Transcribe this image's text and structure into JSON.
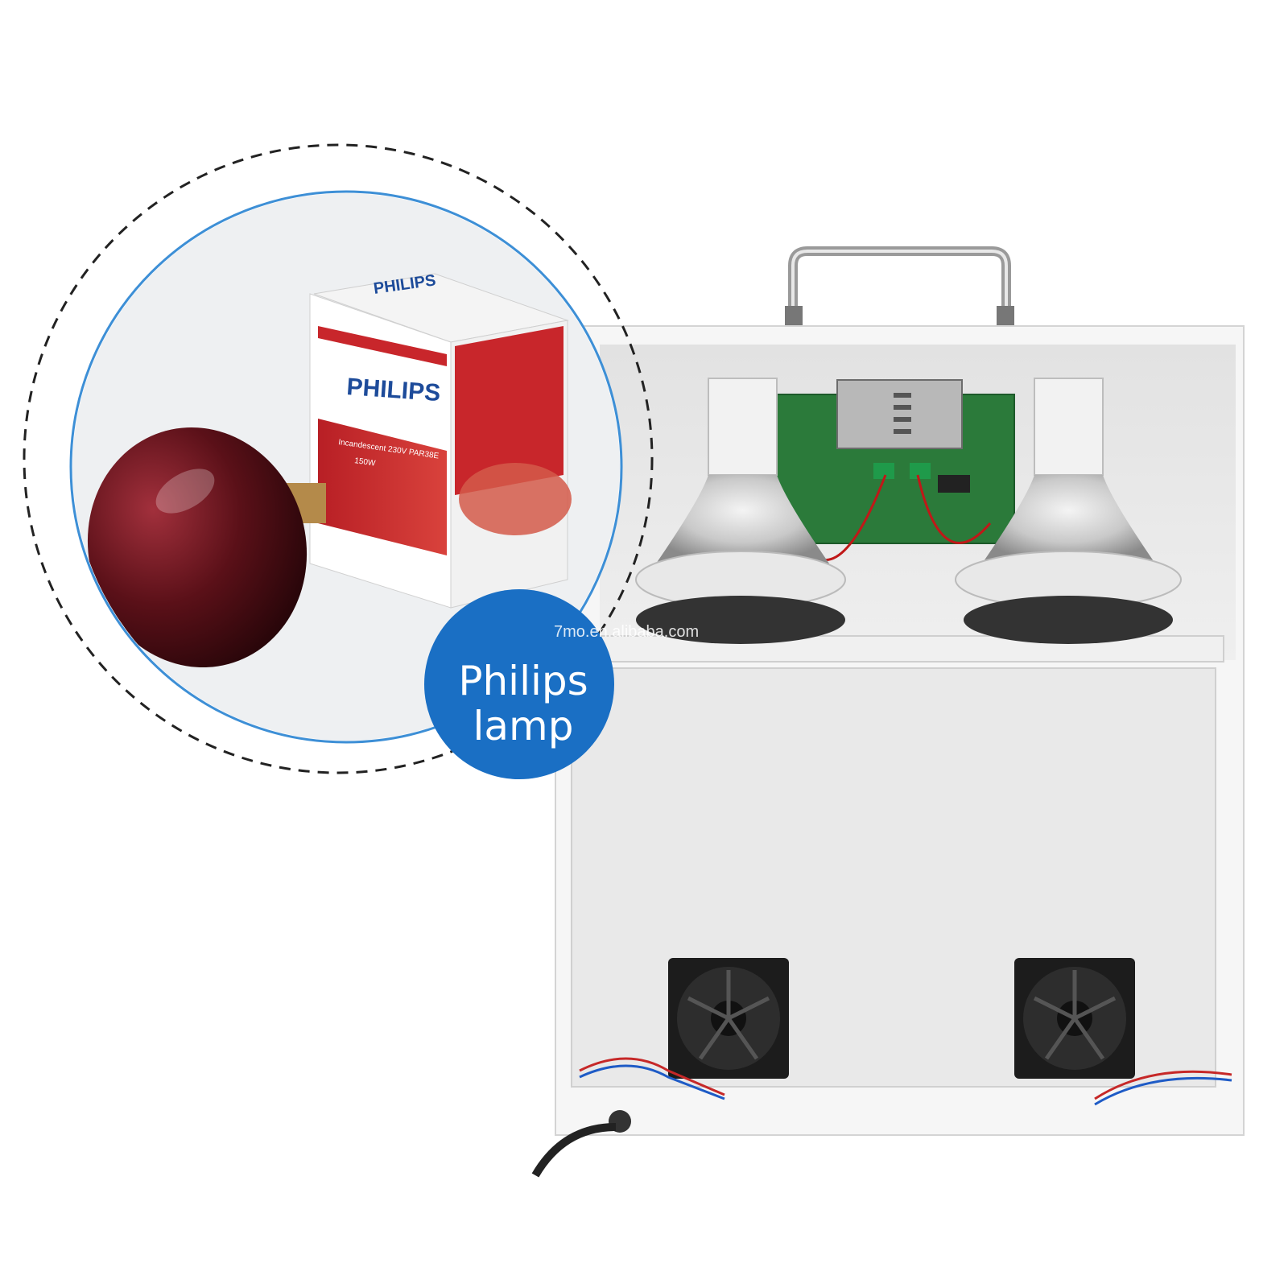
{
  "badge": {
    "line1": "Philips",
    "line2": "lamp",
    "color": "#1a6fc4"
  },
  "watermark": "7mo.en.alibaba.com",
  "box": {
    "brand_top": "PHILIPS",
    "brand_front": "PHILIPS",
    "spec_line": "Incandescent 230V PAR38E",
    "wattage": "150W"
  },
  "colors": {
    "dashed_circle": "#222222",
    "inner_circle_stroke": "#3d8fd6",
    "box_red": "#c8262b",
    "bulb_red": "#5a1018",
    "cabinet": "#ececec",
    "pcb": "#2b7a3a"
  },
  "icons": [
    "handle-icon",
    "fan-icon",
    "fan-icon",
    "infrared-bulb-icon",
    "power-cord-icon"
  ]
}
